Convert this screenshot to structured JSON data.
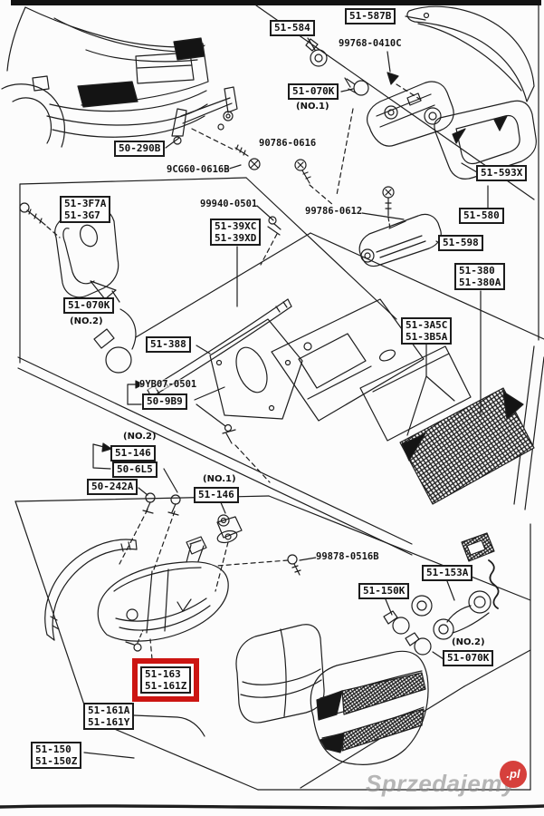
{
  "labels": {
    "p50_290b": {
      "text": "50-290B"
    },
    "p9cg60_0616b": {
      "text": "9CG60-0616B"
    },
    "p90786_0616": {
      "text": "90786-0616"
    },
    "p51_584": {
      "text": "51-584"
    },
    "p51_587b": {
      "text": "51-587B"
    },
    "p99768_0410c": {
      "text": "99768-0410C"
    },
    "p51_070k_no1": {
      "text": "51-070K",
      "note": "(NO.1)"
    },
    "p51_593x": {
      "text": "51-593X"
    },
    "p51_580": {
      "text": "51-580"
    },
    "p51_598": {
      "text": "51-598"
    },
    "p99786_0612": {
      "text": "99786-0612"
    },
    "p51_380": {
      "line1": "51-380",
      "line2": "51-380A"
    },
    "p51_3f7a": {
      "line1": "51-3F7A",
      "line2": "51-3G7"
    },
    "p99940_0501": {
      "text": "99940-0501"
    },
    "p51_39xc": {
      "line1": "51-39XC",
      "line2": "51-39XD"
    },
    "p51_070k_no2_left": {
      "text": "51-070K",
      "note": "(NO.2)"
    },
    "p51_388": {
      "text": "51-388"
    },
    "p9yb07_0501": {
      "text": "9YB07-0501"
    },
    "p50_9b9": {
      "text": "50-9B9"
    },
    "p51_3a5c": {
      "line1": "51-3A5C",
      "line2": "51-3B5A"
    },
    "p51_146_no2": {
      "text": "51-146",
      "note": "(NO.2)"
    },
    "p50_6l5": {
      "text": "50-6L5"
    },
    "p50_242a": {
      "text": "50-242A"
    },
    "p51_146_no1": {
      "text": "51-146",
      "note": "(NO.1)"
    },
    "p99878_0516b": {
      "text": "99878-0516B"
    },
    "p51_153a": {
      "text": "51-153A"
    },
    "p51_150k": {
      "text": "51-150K"
    },
    "p51_070k_no2_right": {
      "text": "51-070K",
      "note": "(NO.2)"
    },
    "p51_163": {
      "line1": "51-163",
      "line2": "51-161Z",
      "highlighted": true
    },
    "p51_161a": {
      "line1": "51-161A",
      "line2": "51-161Y"
    },
    "p51_150": {
      "line1": "51-150",
      "line2": "51-150Z"
    }
  },
  "highlight": {
    "color": "#cc1512"
  },
  "watermark": {
    "text": "Sprzedajemy",
    "badge": ".pl",
    "badge_color": "#d6403c",
    "text_color": "#8c8c8c"
  }
}
